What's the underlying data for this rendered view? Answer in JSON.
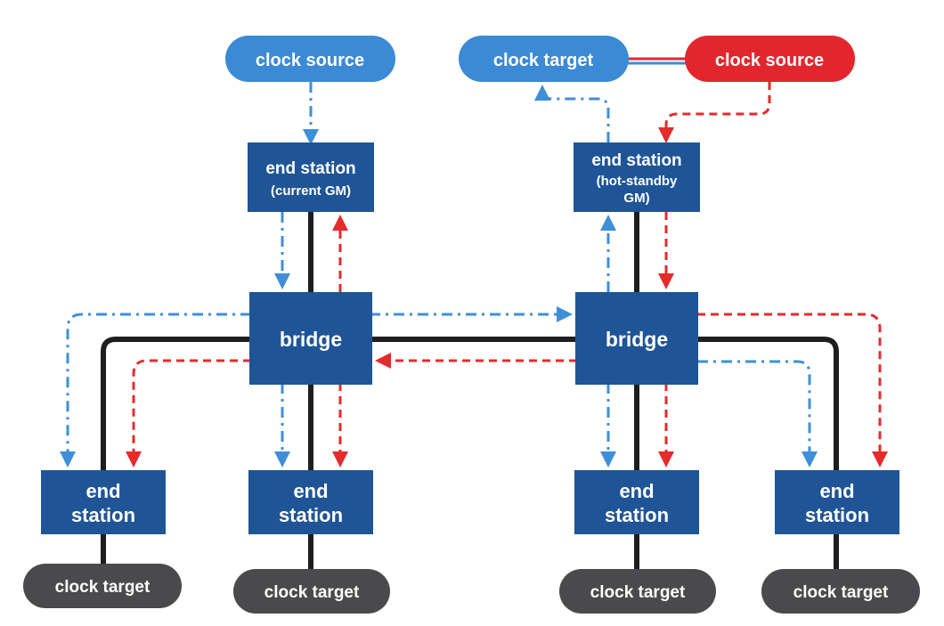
{
  "colors": {
    "station": "#1f5596",
    "blue_source": "#3b8ad6",
    "red_source": "#e3262d",
    "target_dark": "#4a4a4c",
    "blue_line": "#3e8fd8",
    "red_line": "#e52b2b",
    "link": "#1e1e1e"
  },
  "pills": {
    "blue_source": "clock source",
    "top_target": "clock target",
    "red_source": "clock source",
    "target_1": "clock target",
    "target_2": "clock target",
    "target_3": "clock target",
    "target_4": "clock target"
  },
  "stations": {
    "current_gm": [
      "end station",
      "(current GM)"
    ],
    "standby_gm": [
      "end station",
      "(hot-standby",
      "GM)"
    ],
    "bottom_1": [
      "end",
      "station"
    ],
    "bottom_2": [
      "end",
      "station"
    ],
    "bottom_3": [
      "end",
      "station"
    ],
    "bottom_4": [
      "end",
      "station"
    ]
  },
  "bridges": {
    "left": "bridge",
    "right": "bridge"
  }
}
